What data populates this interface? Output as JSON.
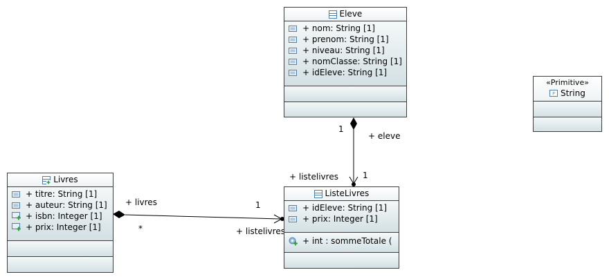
{
  "classes": {
    "eleve": {
      "name": "Eleve",
      "attributes": [
        "+ nom: String [1]",
        "+ prenom: String [1]",
        "+ niveau: String [1]",
        "+ nomClasse: String [1]",
        "+ idEleve: String [1]"
      ]
    },
    "primitive_string": {
      "stereotype": "«Primitive»",
      "name": "String"
    },
    "livres": {
      "name": "Livres",
      "attributes": [
        {
          "icon": "attribute",
          "text": "+ titre: String [1]"
        },
        {
          "icon": "attribute",
          "text": "+ auteur: String [1]"
        },
        {
          "icon": "attribute-plus",
          "text": "+ isbn: Integer [1]"
        },
        {
          "icon": "attribute-plus",
          "text": "+ prix: Integer [1]"
        }
      ]
    },
    "listelivres": {
      "name": "ListeLivres",
      "attributes": [
        "+ idEleve: String [1]",
        "+ prix: Integer [1]"
      ],
      "operations": [
        "+ int : sommeTotale ("
      ]
    }
  },
  "associations": {
    "eleve_listelivres": {
      "end_eleve_multiplicity": "1",
      "end_eleve_role": "+ eleve",
      "end_listelivres_multiplicity": "1",
      "end_listelivres_role": "+ listelivres"
    },
    "livres_listelivres": {
      "end_livres_role": "+ livres",
      "end_livres_multiplicity": "*",
      "end_listelivres_multiplicity": "1",
      "end_listelivres_role": "+ listelivres"
    }
  },
  "colors": {
    "border": "#3c3c3c",
    "compartment_top": "#f4f8f9",
    "compartment_bottom": "#d3e0e4",
    "icon_blue": "#4a7fb0",
    "icon_green": "#2e9a3a"
  }
}
